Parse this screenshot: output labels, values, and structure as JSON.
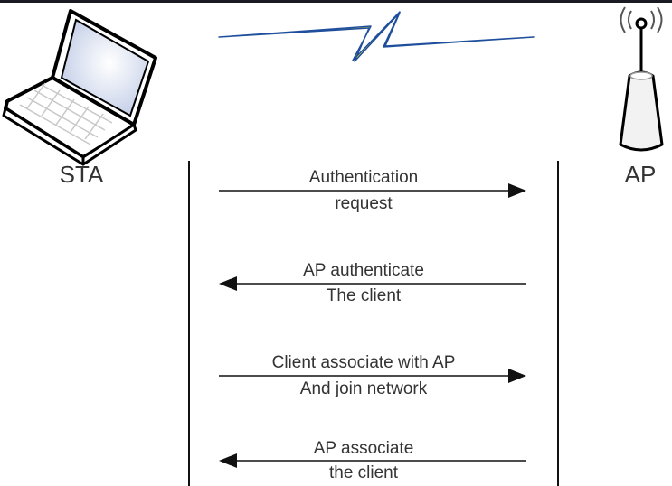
{
  "diagram": {
    "title": "802.11 authentication and association sequence",
    "nodes": {
      "sta": {
        "label": "STA",
        "icon": "laptop-icon"
      },
      "ap": {
        "label": "AP",
        "icon": "access-point-icon"
      }
    },
    "link_icon": "lightning-bolt-icon",
    "colors": {
      "bolt_fill": "#f5f52a",
      "bolt_stroke": "#1f4f9c",
      "line": "#111111",
      "text": "#333333"
    },
    "messages": [
      {
        "direction": "STA->AP",
        "line1": "Authentication",
        "line2": "request"
      },
      {
        "direction": "AP->STA",
        "line1": "AP authenticate",
        "line2": "The client"
      },
      {
        "direction": "STA->AP",
        "line1": "Client associate with AP",
        "line2": "And join network"
      },
      {
        "direction": "AP->STA",
        "line1": "AP associate",
        "line2": "the client"
      }
    ]
  }
}
